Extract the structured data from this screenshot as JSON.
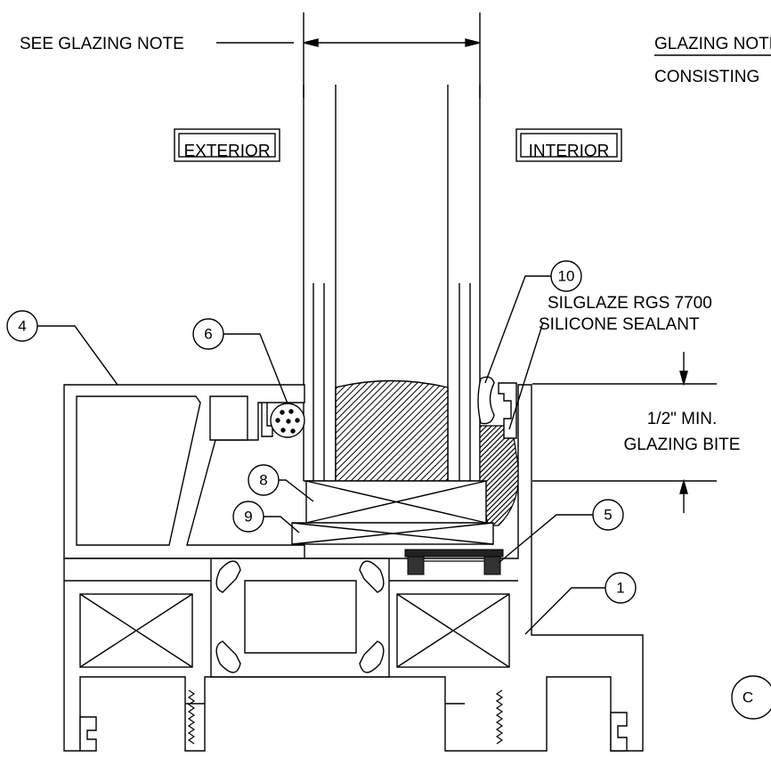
{
  "notes": {
    "see_glazing_note": "SEE GLAZING NOTE",
    "glazing_note_title": "GLAZING NOTE",
    "consisting": "CONSISTING",
    "sealant_line1": "SILGLAZE RGS 7700",
    "sealant_line2": "SILICONE SEALANT",
    "bite_line1": "1/2\" MIN.",
    "bite_line2": "GLAZING BITE"
  },
  "boxes": {
    "exterior": "EXTERIOR",
    "interior": "INTERIOR"
  },
  "callouts": {
    "c1": "1",
    "c4": "4",
    "c5": "5",
    "c6": "6",
    "c8": "8",
    "c9": "9",
    "c10": "10",
    "cut_off": "C"
  }
}
